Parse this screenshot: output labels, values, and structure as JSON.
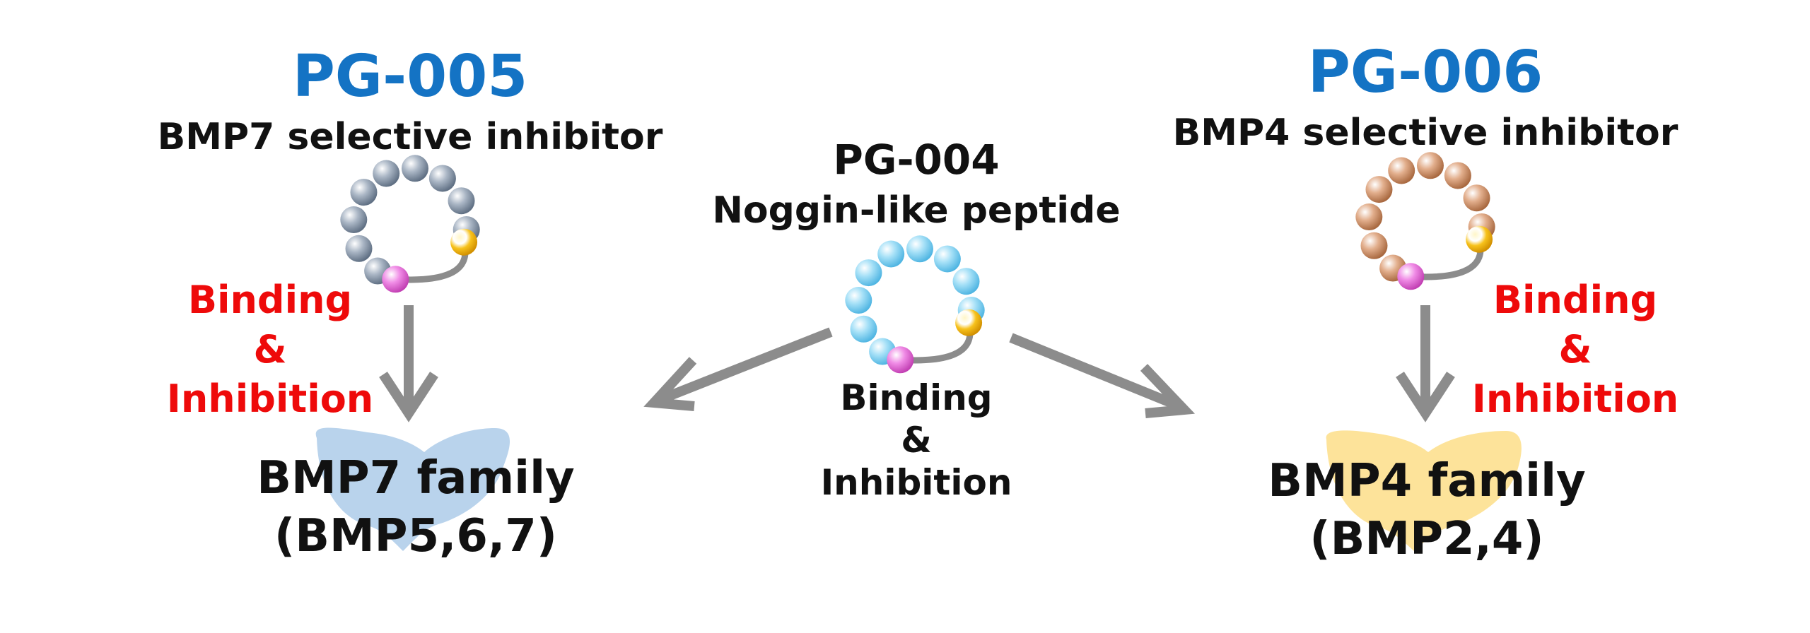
{
  "left": {
    "code": "PG-005",
    "description": "BMP7 selective inhibitor",
    "action": [
      "Binding",
      "&",
      "Inhibition"
    ],
    "target": [
      "BMP7 family",
      "(BMP5,6,7)"
    ]
  },
  "center": {
    "code": "PG-004",
    "description": "Noggin-like peptide",
    "action": [
      "Binding",
      "&",
      "Inhibition"
    ]
  },
  "right": {
    "code": "PG-006",
    "description": "BMP4 selective inhibitor",
    "action": [
      "Binding",
      "&",
      "Inhibition"
    ],
    "target": [
      "BMP4 family",
      "(BMP2,4)"
    ]
  },
  "colors": {
    "title": "#1473c4",
    "action_red": "#ee0a0a",
    "text": "#111111",
    "arrow": "#8c8c8c",
    "bead_gray": "#9aa7b8",
    "bead_peach": "#d9a27e",
    "bead_cyan": "#8fd6f2",
    "bead_pink": "#ea6fdc",
    "bead_gold": "#f2b10a",
    "blob_blue": "#b9d3ec",
    "blob_yellow": "#fde39a"
  },
  "icons": [
    "peptide-ring-icon",
    "arrow-icon",
    "protein-blob-icon"
  ]
}
